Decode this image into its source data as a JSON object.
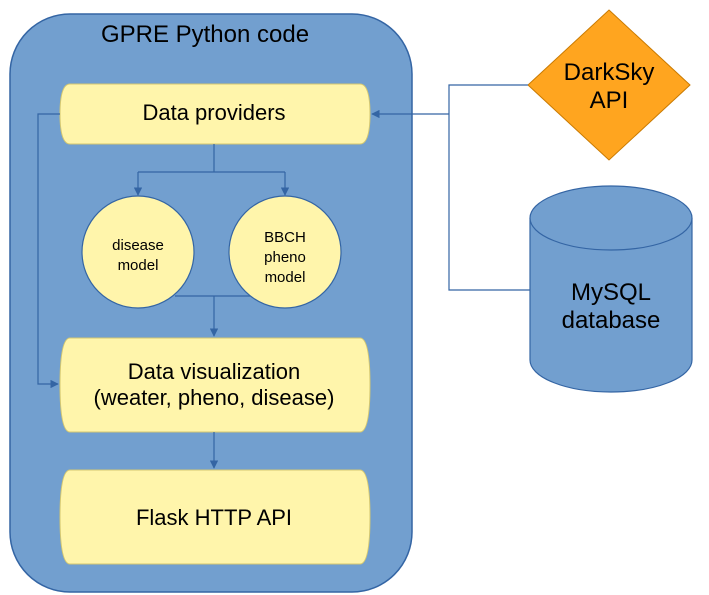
{
  "container": {
    "title": "GPRE Python code"
  },
  "data_providers": {
    "label": "Data providers"
  },
  "disease_model": {
    "line1": "disease",
    "line2": "model"
  },
  "bbch_model": {
    "line1": "BBCH",
    "line2": "pheno",
    "line3": "model"
  },
  "data_visualization": {
    "line1": "Data visualization",
    "line2": "(weater, pheno, disease)"
  },
  "flask_api": {
    "label": "Flask HTTP API"
  },
  "darksky": {
    "line1": "DarkSky",
    "line2": "API"
  },
  "mysql": {
    "line1": "MySQL",
    "line2": "database"
  },
  "colors": {
    "container_fill": "#729fcf",
    "container_stroke": "#3465a4",
    "box_fill": "#fff5ab",
    "arrow": "#3465a4",
    "diamond_fill": "#ffa51f",
    "cylinder_fill": "#729fcf"
  }
}
